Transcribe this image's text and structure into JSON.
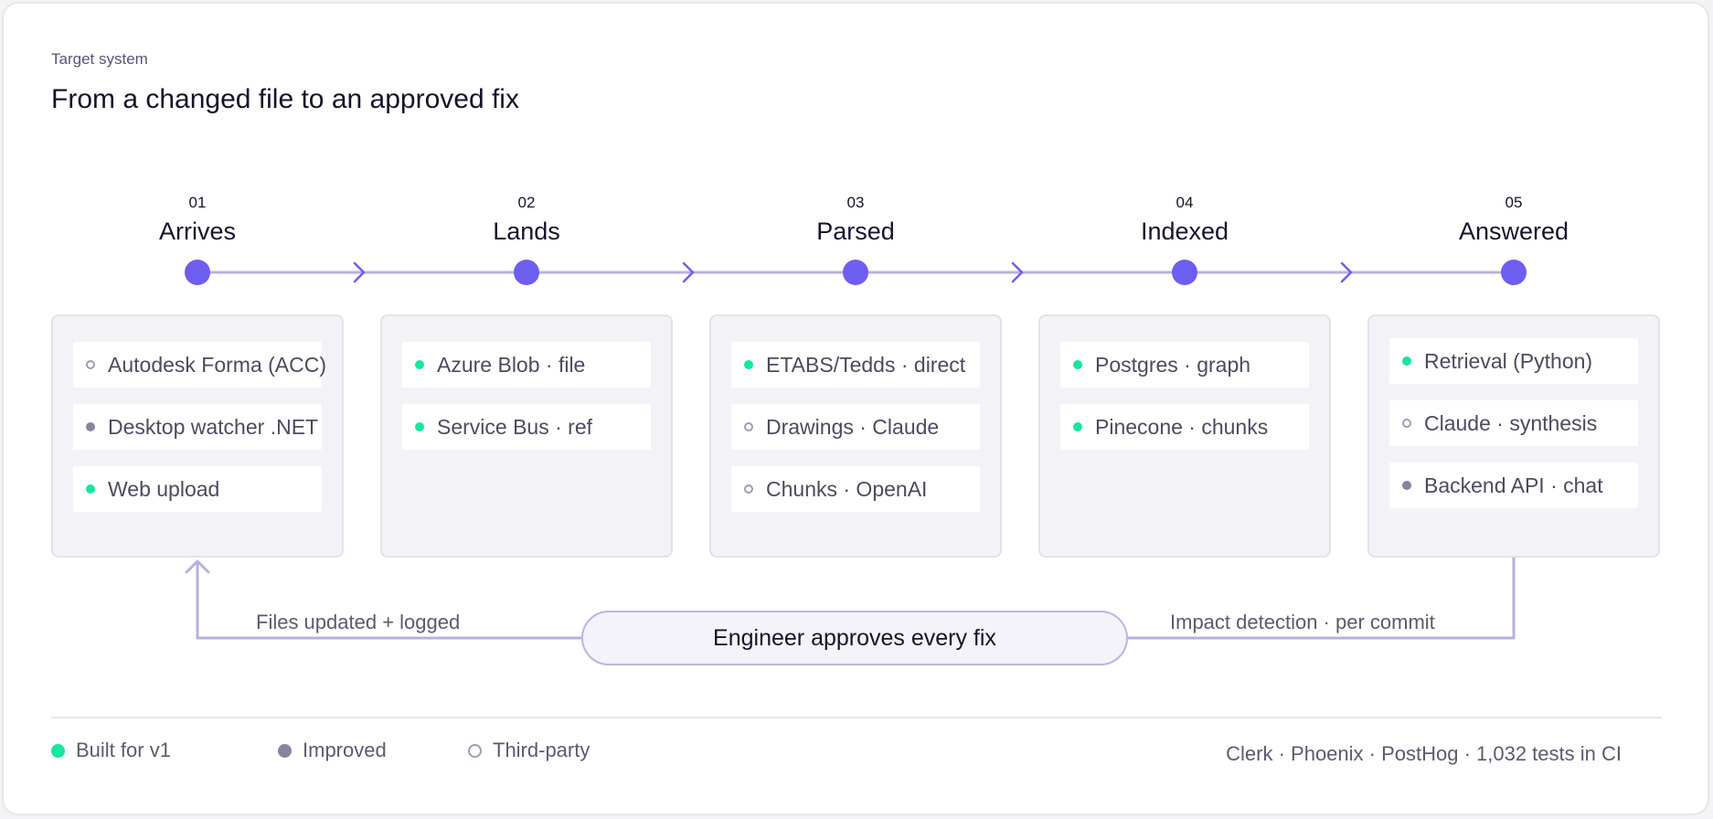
{
  "header": {
    "eyebrow": "Target system",
    "title": "From a changed file to an approved fix"
  },
  "colors": {
    "accent": "#6d5ef0",
    "track": "#b6b2dc",
    "built": "#17e5a0",
    "improved": "#86849f",
    "third_party": "#9e9cb3"
  },
  "steps": [
    {
      "num": "01",
      "name": "Arrives",
      "items": [
        {
          "label": "Autodesk Forma (ACC)",
          "status": "third"
        },
        {
          "label": "Desktop watcher .NET",
          "status": "improved"
        },
        {
          "label": "Web upload",
          "status": "built"
        }
      ]
    },
    {
      "num": "02",
      "name": "Lands",
      "items": [
        {
          "label": "Azure Blob · file",
          "status": "built"
        },
        {
          "label": "Service Bus · ref",
          "status": "built"
        }
      ]
    },
    {
      "num": "03",
      "name": "Parsed",
      "items": [
        {
          "label": "ETABS/Tedds · direct",
          "status": "built"
        },
        {
          "label": "Drawings · Claude",
          "status": "third"
        },
        {
          "label": "Chunks · OpenAI",
          "status": "third"
        }
      ]
    },
    {
      "num": "04",
      "name": "Indexed",
      "items": [
        {
          "label": "Postgres · graph",
          "status": "built"
        },
        {
          "label": "Pinecone · chunks",
          "status": "built"
        }
      ]
    },
    {
      "num": "05",
      "name": "Answered",
      "items": [
        {
          "label": "Retrieval (Python)",
          "status": "built"
        },
        {
          "label": "Claude · synthesis",
          "status": "third"
        },
        {
          "label": "Backend API · chat",
          "status": "improved"
        }
      ]
    }
  ],
  "loop": {
    "left_label": "Files updated + logged",
    "right_label": "Impact detection · per commit",
    "center": "Engineer approves every fix"
  },
  "legend": [
    {
      "label": "Built for v1",
      "status": "built"
    },
    {
      "label": "Improved",
      "status": "improved"
    },
    {
      "label": "Third-party",
      "status": "third"
    }
  ],
  "footer": {
    "right_text": "Clerk · Phoenix · PostHog   ·   1,032 tests in CI"
  }
}
